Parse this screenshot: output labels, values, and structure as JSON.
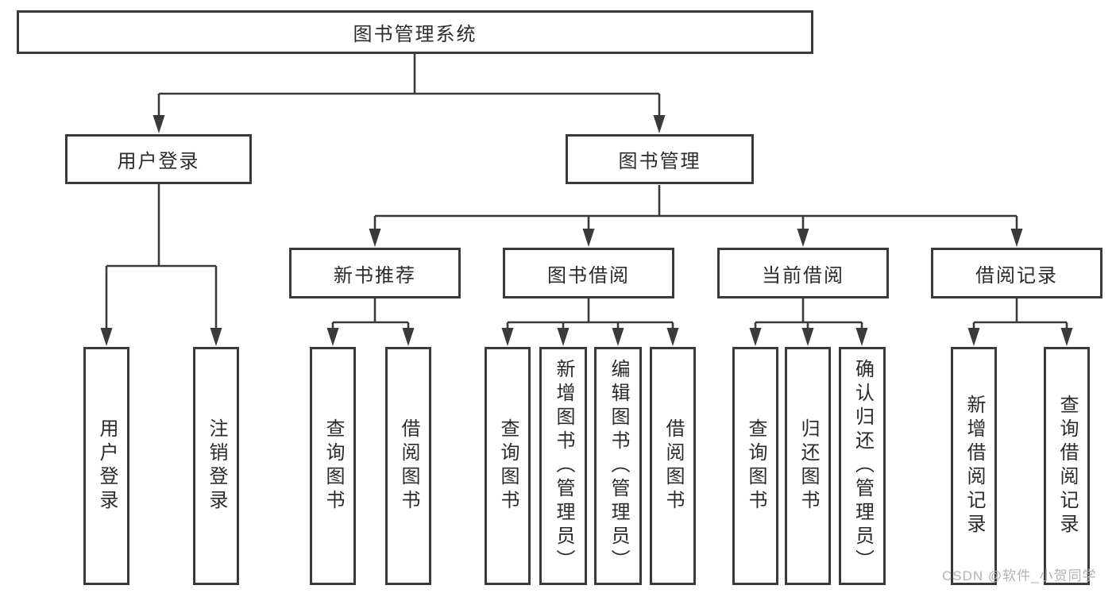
{
  "diagram": {
    "title": "图书管理系统",
    "nodes": {
      "root": "图书管理系统",
      "user_login": "用户登录",
      "book_mgmt": "图书管理",
      "new_book_rec": "新书推荐",
      "book_borrow": "图书借阅",
      "current_borrow": "当前借阅",
      "borrow_record": "借阅记录",
      "leaf_user_login": "用户登录",
      "leaf_logout": "注销登录",
      "nbr_query_book": "查询图书",
      "nbr_borrow_book": "借阅图书",
      "bb_query_book": "查询图书",
      "bb_add_book_admin": "新增图书（管理员）",
      "bb_edit_book_admin": "编辑图书（管理员）",
      "bb_borrow_book": "借阅图书",
      "cb_query_book": "查询图书",
      "cb_return_book": "归还图书",
      "cb_confirm_return_admin": "确认归还（管理员）",
      "br_add_record": "新增借阅记录",
      "br_query_record": "查询借阅记录"
    },
    "colors": {
      "line": "#3a3a3a",
      "text": "#2b2b2b",
      "watermark": "#b2b2b2",
      "background": "#ffffff"
    }
  },
  "watermark": "CSDN @软件_小贺同学"
}
